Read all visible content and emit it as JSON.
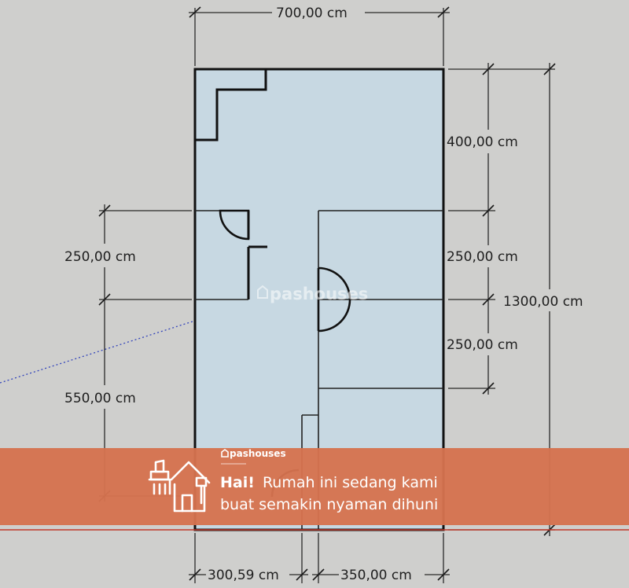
{
  "dimensions": {
    "top_width": "700,00 cm",
    "right_upper": "400,00 cm",
    "right_mid_1": "250,00 cm",
    "right_mid_2": "250,00 cm",
    "right_total": "1300,00 cm",
    "left_upper": "250,00 cm",
    "left_lower": "550,00 cm",
    "bottom_left": "300,59 cm",
    "bottom_right": "350,00 cm"
  },
  "watermark": "pashouses",
  "banner": {
    "brand": "pashouses",
    "greeting": "Hai!",
    "line1": "Rumah ini sedang kami",
    "line2": "buat semakin nyaman dihuni",
    "color": "#d5734f"
  },
  "colors": {
    "background": "#cfcfcd",
    "floor": "#c7d8e2",
    "guide_line": "#3344bb",
    "ground_line": "#c0392b"
  },
  "icons": {
    "banner_icon": "house-renovation-icon"
  }
}
